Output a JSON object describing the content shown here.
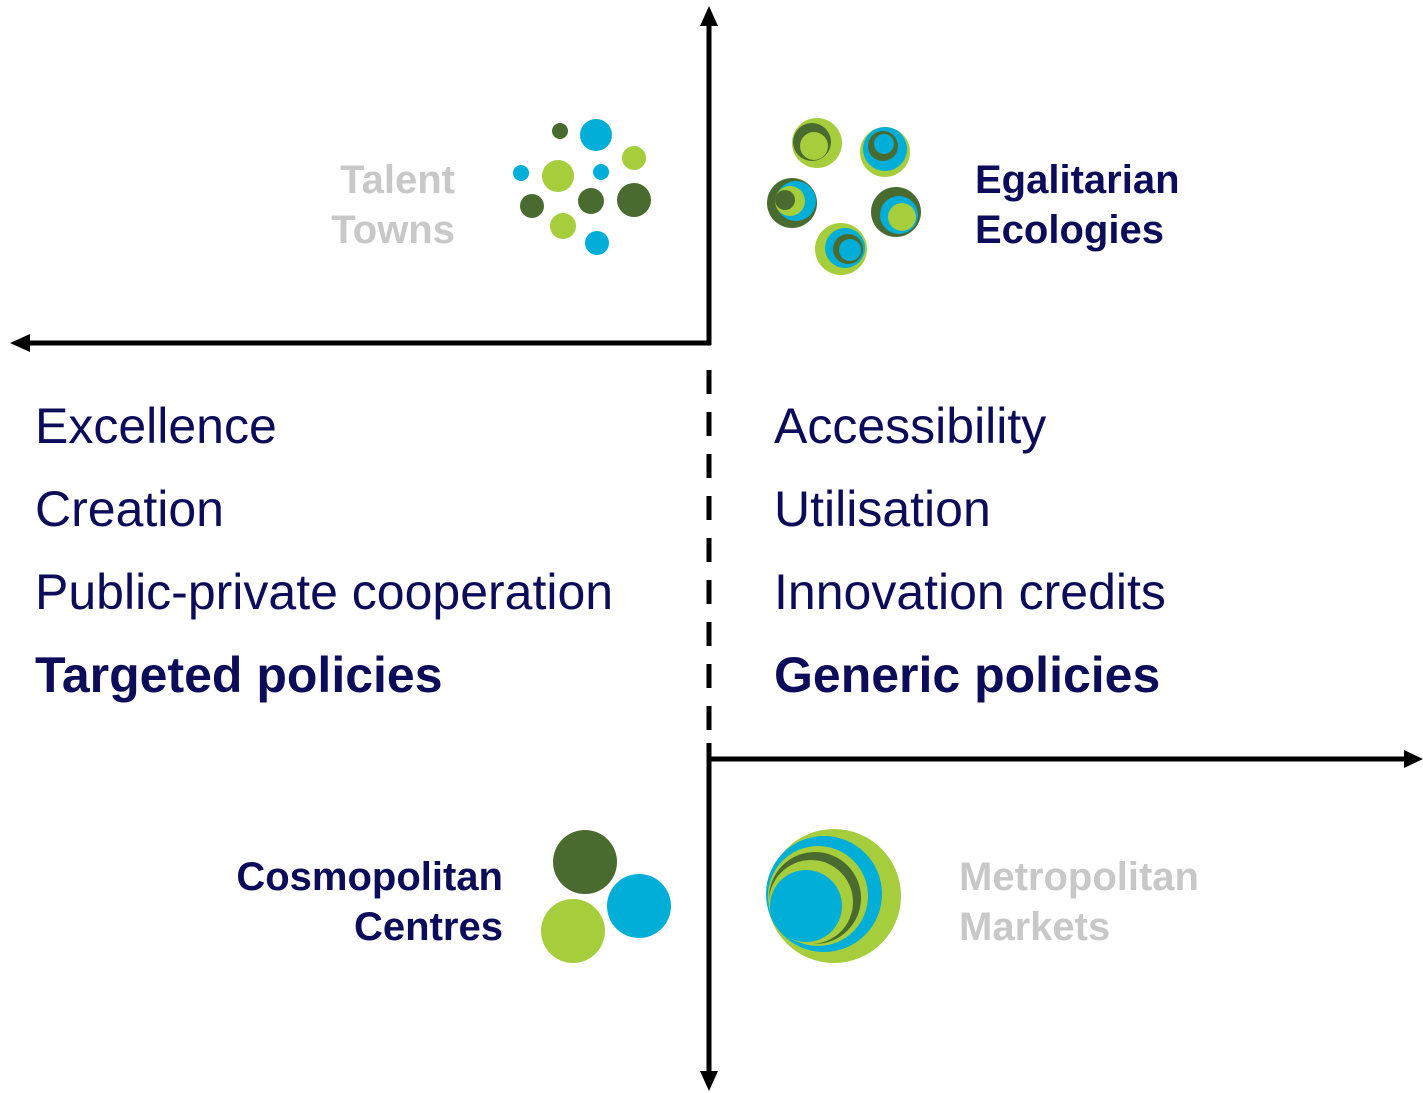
{
  "quadrants": {
    "top_left": {
      "line1": "Talent",
      "line2": "Towns"
    },
    "top_right": {
      "line1": "Egalitarian",
      "line2": "Ecologies"
    },
    "bottom_left": {
      "line1": "Cosmopolitan",
      "line2": "Centres"
    },
    "bottom_right": {
      "line1": "Metropolitan",
      "line2": "Markets"
    }
  },
  "left_list": {
    "items": [
      "Excellence",
      "Creation",
      "Public-private cooperation"
    ],
    "summary": "Targeted policies"
  },
  "right_list": {
    "items": [
      "Accessibility",
      "Utilisation",
      "Innovation credits"
    ],
    "summary": "Generic policies"
  },
  "colors": {
    "dark_green": "#4a6b30",
    "light_green": "#a5cd3c",
    "blue": "#00aed8",
    "navy": "#0c0c5a",
    "faded_text": "#c8c8c8",
    "axis": "#000000"
  }
}
